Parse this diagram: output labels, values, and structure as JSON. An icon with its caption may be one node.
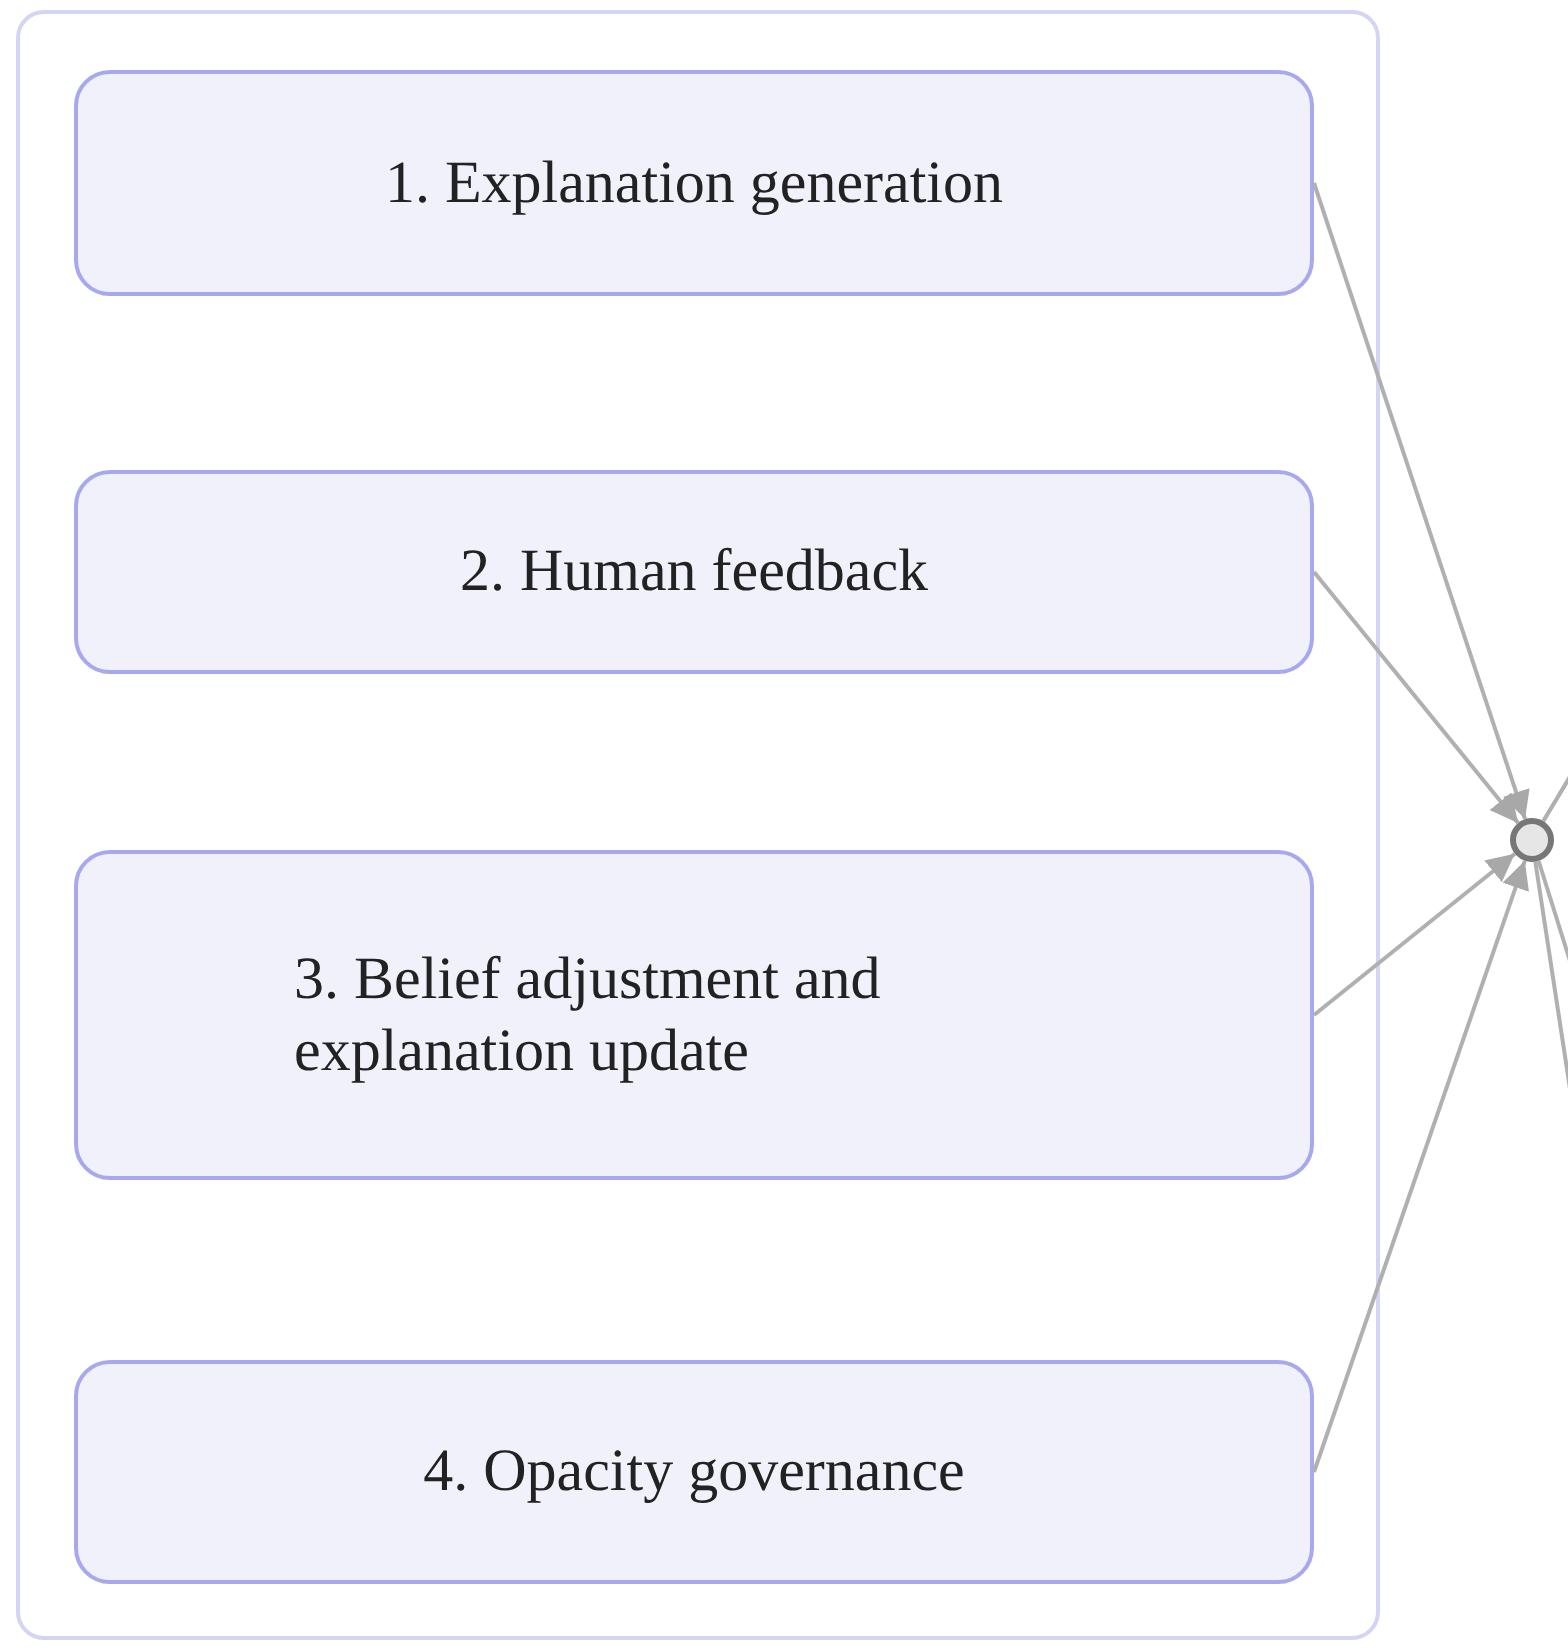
{
  "diagram": {
    "nodes": [
      {
        "text": [],
        "shape": "box"
      },
      {
        "text": [
          "1. Explanation generation"
        ],
        "in": 0
      },
      {
        "text": [
          "2. Human feedback"
        ],
        "in": 0
      },
      {
        "text": [
          "3. Belief adjustment and explanation update"
        ],
        "in": 0
      },
      {
        "text": [
          "4. Opacity governance"
        ],
        "in": 0
      },
      {
        "text": [],
        "shape": "circle"
      }
    ],
    "edges": [
      {
        "from": 1,
        "to": 5,
        "arrow": "to"
      },
      {
        "from": 2,
        "to": 5,
        "arrow": "to"
      },
      {
        "from": 3,
        "to": 5,
        "arrow": "to"
      },
      {
        "from": 4,
        "to": 5,
        "arrow": "to"
      },
      {
        "from": 5,
        "to": null,
        "arrow": "none"
      },
      {
        "from": 5,
        "to": null,
        "arrow": "none"
      },
      {
        "from": 5,
        "to": null,
        "arrow": "none"
      }
    ]
  }
}
